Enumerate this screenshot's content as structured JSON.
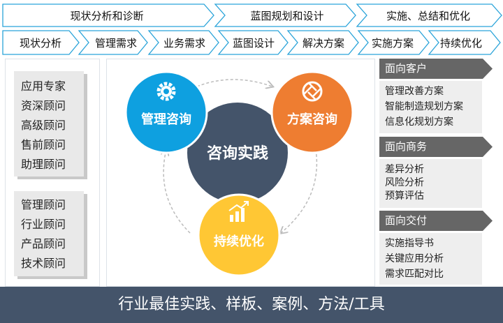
{
  "phases": [
    {
      "label": "现状分析和诊断"
    },
    {
      "label": "蓝图规划和设计"
    },
    {
      "label": "实施、总结和优化"
    }
  ],
  "steps": [
    {
      "label": "现状分析"
    },
    {
      "label": "管理需求"
    },
    {
      "label": "业务需求"
    },
    {
      "label": "蓝图设计"
    },
    {
      "label": "解决方案"
    },
    {
      "label": "实施方案"
    },
    {
      "label": "持续优化"
    }
  ],
  "roles": {
    "group1": [
      "应用专家",
      "资深顾问",
      "高级顾问",
      "售前顾问",
      "助理顾问"
    ],
    "group2": [
      "管理顾问",
      "行业顾问",
      "产品顾问",
      "技术顾问"
    ]
  },
  "circles": {
    "center": {
      "label": "咨询实践",
      "color": "#44546a"
    },
    "management": {
      "label": "管理咨询",
      "color": "#0ea0e0",
      "icon": "gear-icon"
    },
    "solution": {
      "label": "方案咨询",
      "color": "#ee7d31",
      "icon": "aperture-icon"
    },
    "optimization": {
      "label": "持续优化",
      "color": "#ffc734",
      "icon": "bar-chart-growth-icon"
    }
  },
  "sections": [
    {
      "title": "面向客户",
      "items": [
        "管理改善方案",
        "智能制造规划方案",
        "信息化规划方案"
      ]
    },
    {
      "title": "面向商务",
      "items": [
        "差异分析",
        "风险分析",
        "预算评估"
      ]
    },
    {
      "title": "面向交付",
      "items": [
        "实施指导书",
        "关键应用分析",
        "需求匹配对比"
      ]
    }
  ],
  "footer": {
    "label": "行业最佳实践、样板、案例、方法/工具"
  },
  "colors": {
    "arrow_border": "#29a3d9",
    "header_gray": "#666666",
    "footer_bg": "#44546a"
  }
}
